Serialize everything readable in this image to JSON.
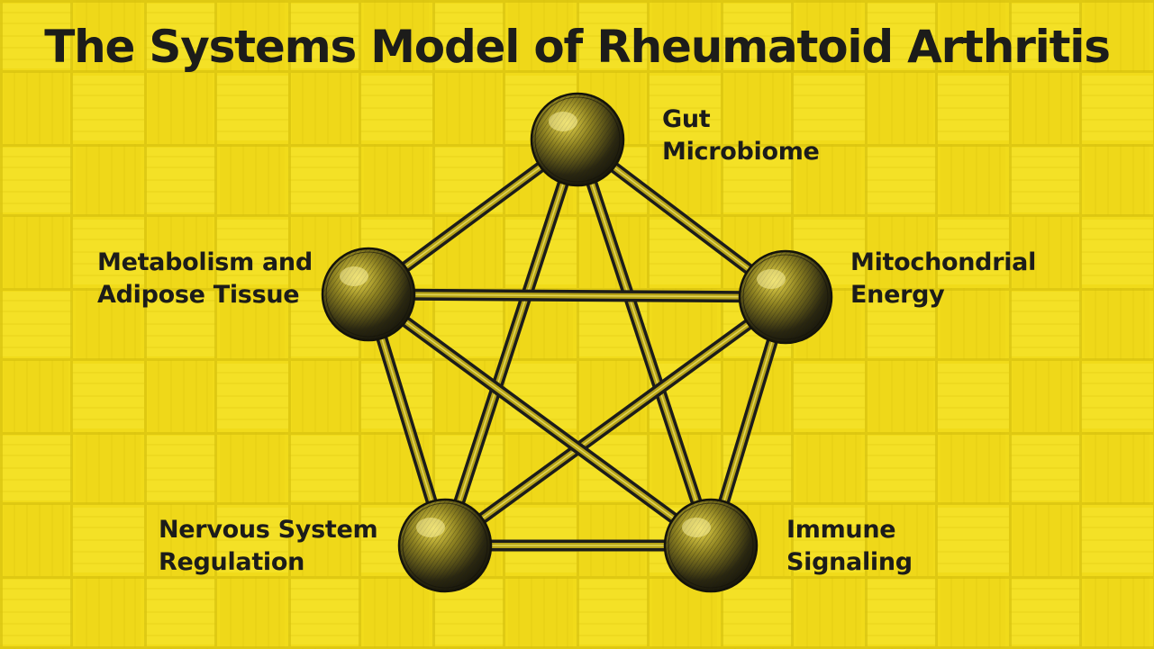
{
  "title": "The Systems Model of Rheumatoid Arthritis",
  "colors": {
    "background": "#f2de1c",
    "weave_light": "#f7e62e",
    "weave_dark": "#d9c40f",
    "ink": "#1c1c1a"
  },
  "nodes": [
    {
      "id": "gut",
      "label_lines": [
        "Gut",
        "Microbiome"
      ]
    },
    {
      "id": "mito",
      "label_lines": [
        "Mitochondrial",
        "Energy"
      ]
    },
    {
      "id": "meta",
      "label_lines": [
        "Metabolism and",
        "Adipose Tissue"
      ]
    },
    {
      "id": "nerv",
      "label_lines": [
        "Nervous System",
        "Regulation"
      ]
    },
    {
      "id": "immune",
      "label_lines": [
        "Immune",
        "Signaling"
      ]
    }
  ],
  "edges": [
    [
      "gut",
      "mito"
    ],
    [
      "gut",
      "meta"
    ],
    [
      "gut",
      "nerv"
    ],
    [
      "gut",
      "immune"
    ],
    [
      "mito",
      "meta"
    ],
    [
      "mito",
      "nerv"
    ],
    [
      "mito",
      "immune"
    ],
    [
      "meta",
      "nerv"
    ],
    [
      "meta",
      "immune"
    ],
    [
      "nerv",
      "immune"
    ]
  ]
}
